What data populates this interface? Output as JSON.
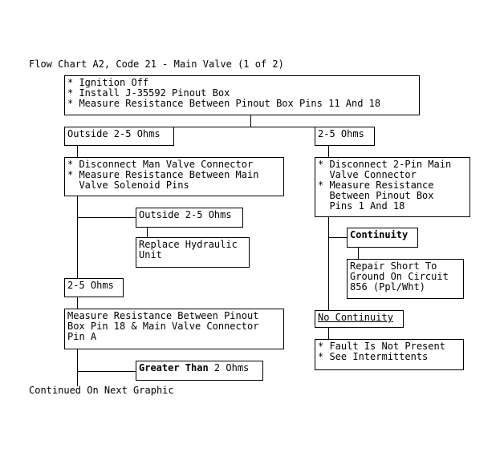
{
  "title": "Flow Chart A2, Code 21 - Main Valve (1 of 2)",
  "step_start": "* Ignition Off\n* Install J-35592 Pinout Box\n* Measure Resistance Between Pinout Box Pins 11 And 18",
  "left": {
    "outside_2_5": "Outside 2-5 Ohms",
    "disconnect_main": "* Disconnect Man Valve Connector\n* Measure Resistance Between Main\n  Valve Solenoid Pins",
    "outside_2_5_b": "Outside 2-5 Ohms",
    "replace_hydraulic": "Replace Hydraulic\nUnit",
    "ohms_2_5": "2-5 Ohms",
    "measure_pin18": "Measure Resistance Between Pinout\nBox Pin 18 & Main Valve Connector\nPin A",
    "greater_than_bold": "Greater Than",
    "greater_than_rest": " 2 Ohms",
    "continued": "Continued On Next Graphic"
  },
  "right": {
    "ohms_2_5": "2-5 Ohms",
    "disconnect_2pin": "* Disconnect 2-Pin Main\n  Valve Connector\n* Measure Resistance\n  Between Pinout Box\n  Pins 1 And 18",
    "continuity": "Continuity",
    "repair_short": "Repair Short To\nGround On Circuit\n856 (Ppl/Wht)",
    "no_continuity": "No Continuity",
    "fault_not_present": "* Fault Is Not Present\n* See Intermittents"
  }
}
